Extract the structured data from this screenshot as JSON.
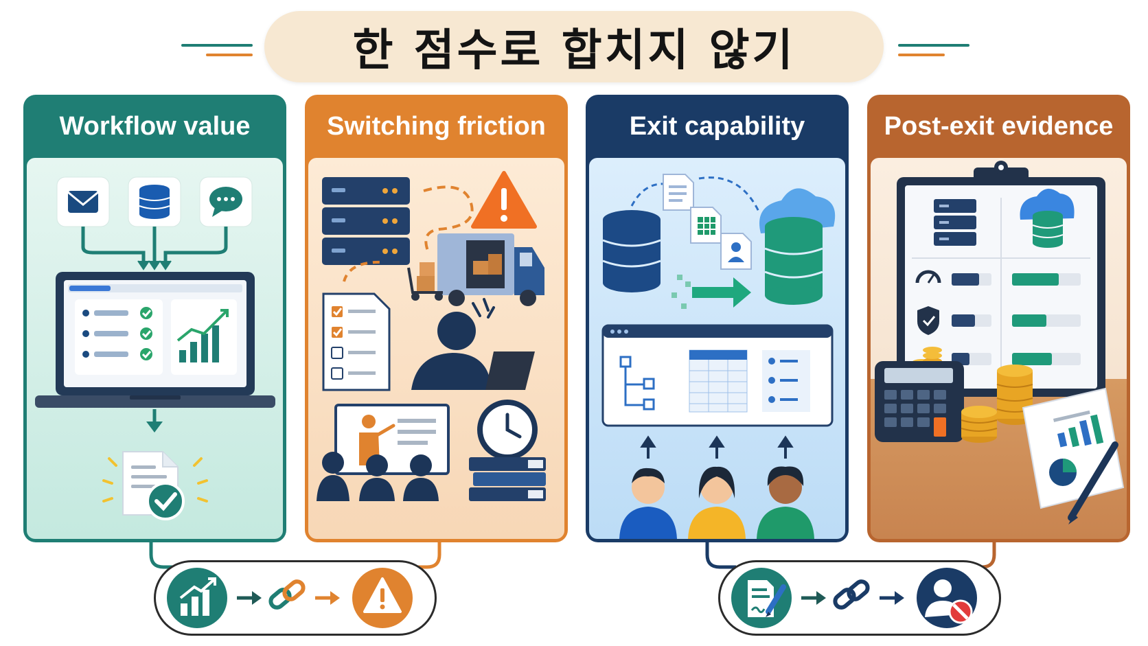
{
  "title": "한 점수로 합치지 않기",
  "colors": {
    "teal": "#1f7e74",
    "orange": "#e0832f",
    "navy": "#1a3b66",
    "brown": "#b8652f",
    "title_bg": "#f7e8d2"
  },
  "panels": [
    {
      "id": "workflow",
      "title": "Workflow value",
      "icons": [
        "email-icon",
        "database-icon",
        "chat-icon",
        "laptop-icon",
        "checklist-icon",
        "growth-chart-icon",
        "approved-document-icon"
      ]
    },
    {
      "id": "switching",
      "title": "Switching friction",
      "icons": [
        "server-stack-icon",
        "warning-icon",
        "moving-truck-icon",
        "checklist-icon",
        "stressed-person-icon",
        "training-presentation-icon",
        "clock-icon",
        "books-icon"
      ]
    },
    {
      "id": "exit",
      "title": "Exit capability",
      "icons": [
        "database-icon",
        "file-icons",
        "cloud-database-icon",
        "data-migration-arrow-icon",
        "data-views-window-icon",
        "users-icon"
      ]
    },
    {
      "id": "post_exit",
      "title": "Post-exit evidence",
      "icons": [
        "clipboard-icon",
        "server-icon",
        "cloud-database-icon",
        "gauge-icon",
        "shield-icon",
        "coins-icon",
        "calculator-icon",
        "report-icon",
        "pen-icon"
      ]
    }
  ],
  "flows": [
    {
      "id": "left",
      "icons": [
        "growth-chart-icon",
        "arrow-right-icon",
        "chain-link-icon",
        "arrow-right-icon",
        "warning-icon"
      ]
    },
    {
      "id": "right",
      "icons": [
        "contract-sign-icon",
        "arrow-right-icon",
        "chain-link-icon",
        "arrow-right-icon",
        "user-blocked-icon"
      ]
    }
  ]
}
